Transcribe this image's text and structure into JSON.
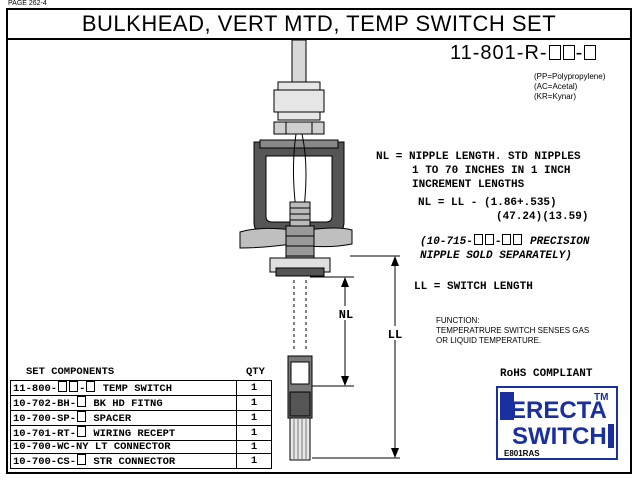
{
  "page_label": "PAGE 262-4",
  "title": "BULKHEAD, VERT MTD, TEMP SWITCH SET",
  "part_number": {
    "prefix": "11-801-R-",
    "mid": "-"
  },
  "materials": [
    "(PP=Polypropylene)",
    "(AC=Acetal)",
    "(KR=Kynar)"
  ],
  "nl_note": {
    "line1": "NL = NIPPLE LENGTH. STD NIPPLES",
    "line2": "1 TO 70 INCHES IN 1 INCH",
    "line3": "INCREMENT LENGTHS",
    "formula1": "NL = LL - (1.86+.535)",
    "formula2": "(47.24)(13.59)"
  },
  "precision": {
    "prefix": "(10-715-",
    "mid": "-",
    "suffix": " PRECISION",
    "line2": "NIPPLE SOLD SEPARATELY)"
  },
  "ll_note": "LL = SWITCH LENGTH",
  "dim_labels": {
    "nl": "NL",
    "ll": "LL"
  },
  "function": {
    "label": "FUNCTION:",
    "line1": "TEMPERATRURE SWITCH SENSES GAS",
    "line2": "OR LIQUID TEMPERATURE."
  },
  "rohs": "RoHS COMPLIANT",
  "components": {
    "header_left": "SET COMPONENTS",
    "header_right": "QTY",
    "rows": [
      {
        "pn_a": "11-800-",
        "pn_b": "-",
        "desc": " TEMP SWITCH",
        "qty": "1"
      },
      {
        "pn_a": "10-702-BH-",
        "pn_b": "",
        "desc": " BK HD FITNG",
        "qty": "1"
      },
      {
        "pn_a": "10-700-SP-",
        "pn_b": "",
        "desc": " SPACER",
        "qty": "1"
      },
      {
        "pn_a": "10-701-RT-",
        "pn_b": "",
        "desc": " WIRING RECEPT",
        "qty": "1"
      },
      {
        "pn_a": "10-700-WC-NY",
        "pn_b": "",
        "desc": " LT CONNECTOR",
        "qty": "1"
      },
      {
        "pn_a": "10-700-CS-",
        "pn_b": "",
        "desc": " STR CONNECTOR",
        "qty": "1"
      }
    ]
  },
  "logo": {
    "word1": "ERECTA",
    "word2": "SWITCH",
    "tm": "TM",
    "code": "E801RAS",
    "color": "#1a2fa0"
  }
}
